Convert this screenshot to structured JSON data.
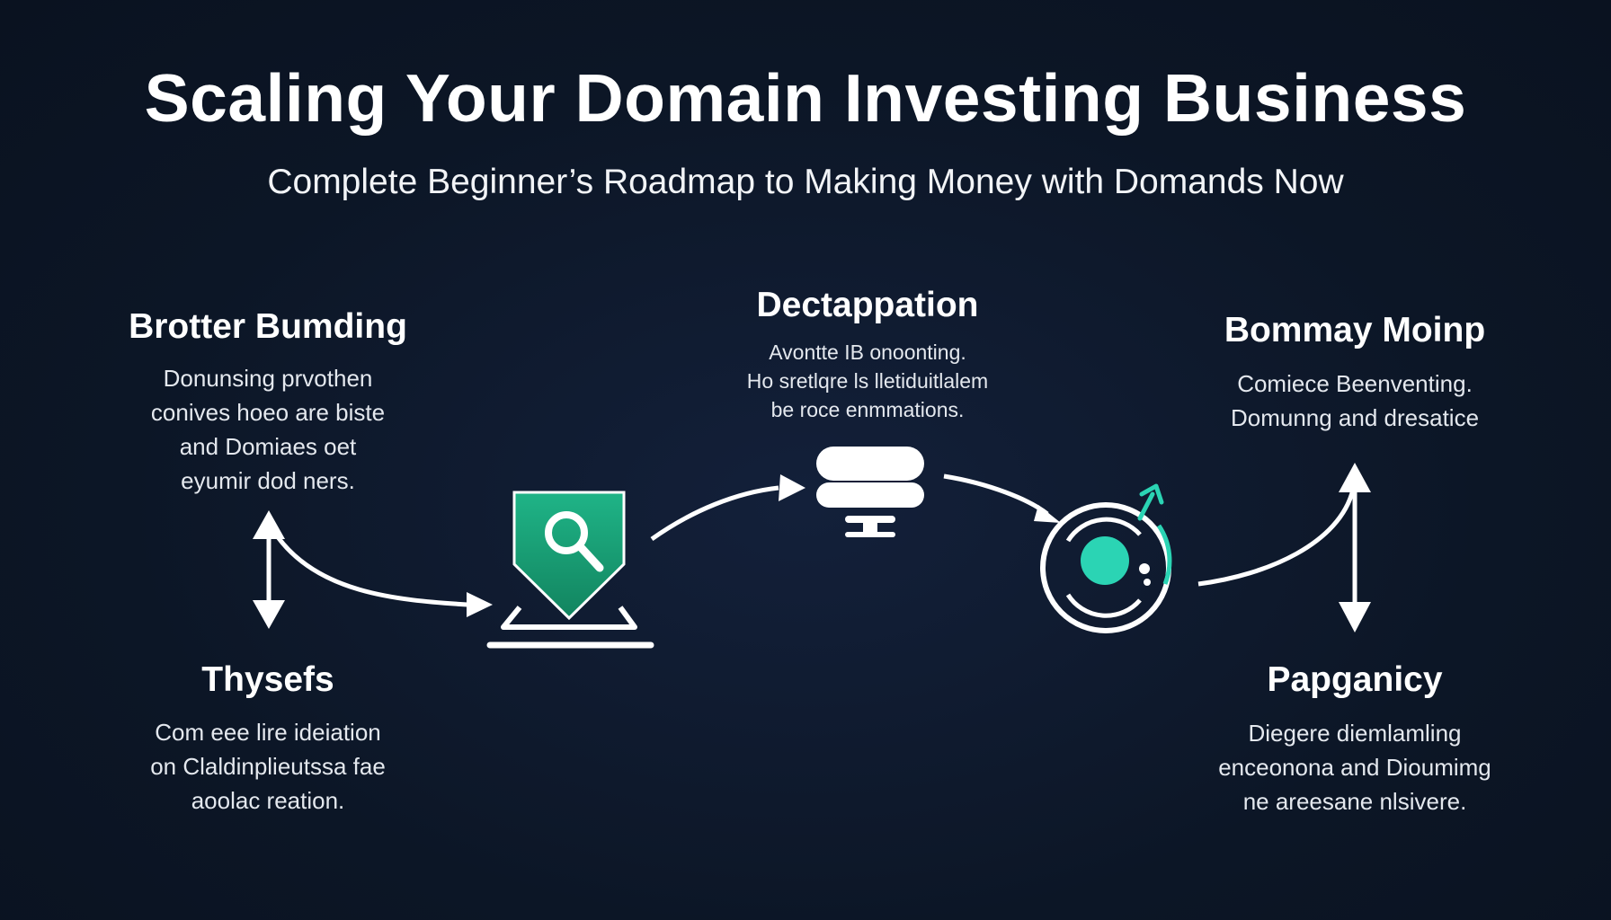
{
  "title": "Scaling Your Domain Investing Business",
  "subtitle": "Complete Beginner’s Roadmap to Making Money with Domands Now",
  "nodes": {
    "top_left": {
      "heading": "Brotter Bumding",
      "lines": [
        "Donunsing prvothen",
        "conives hoeo are biste",
        "and Domiaes oet",
        "eyumir dod ners."
      ]
    },
    "bottom_left": {
      "heading": "Thysefs",
      "lines": [
        "Com eee lire ideiation",
        "on Claldinplieutssa fae",
        "aoolac reation."
      ]
    },
    "center": {
      "heading": "Dectappation",
      "lines": [
        "Avontte IB onoonting.",
        "Ho sretlqre ls lletiduitlalem",
        "be roce enmmations."
      ]
    },
    "top_right": {
      "heading": "Bommay Moinp",
      "lines": [
        "Comiece Beenventing.",
        "Domunng and dresatice"
      ]
    },
    "bottom_right": {
      "heading": "Papganicy",
      "lines": [
        "Diegere diemlamling",
        "enceonona and Dioumimg",
        "ne areesane nlsivere."
      ]
    }
  },
  "icons": {
    "search_shield": "search-shield-icon",
    "database": "database-icon",
    "target": "target-orbit-icon"
  },
  "colors": {
    "background": "#0c1626",
    "accent_teal": "#2bd4b4",
    "shield_green": "#1aa57f",
    "line": "#ffffff"
  }
}
